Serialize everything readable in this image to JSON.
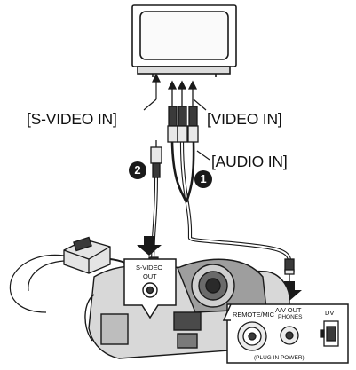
{
  "labels": {
    "s_video_in": "[S-VIDEO IN]",
    "video_in": "[VIDEO IN]",
    "audio_in": "[AUDIO IN]",
    "s_video_out_line1": "S-VIDEO",
    "s_video_out_line2": "OUT",
    "remote_mic": "REMOTE/MIC",
    "av_out": "A/V OUT",
    "phones": "PHONES",
    "dv": "DV",
    "plug_in_power": "(PLUG IN POWER)"
  },
  "steps": {
    "one": "1",
    "two": "2"
  },
  "colors": {
    "line": "#1a1a1a",
    "fill_light": "#f2f2f2",
    "fill_mid": "#bdbdbd",
    "fill_dark": "#3a3a3a",
    "badge": "#1a1a1a"
  }
}
